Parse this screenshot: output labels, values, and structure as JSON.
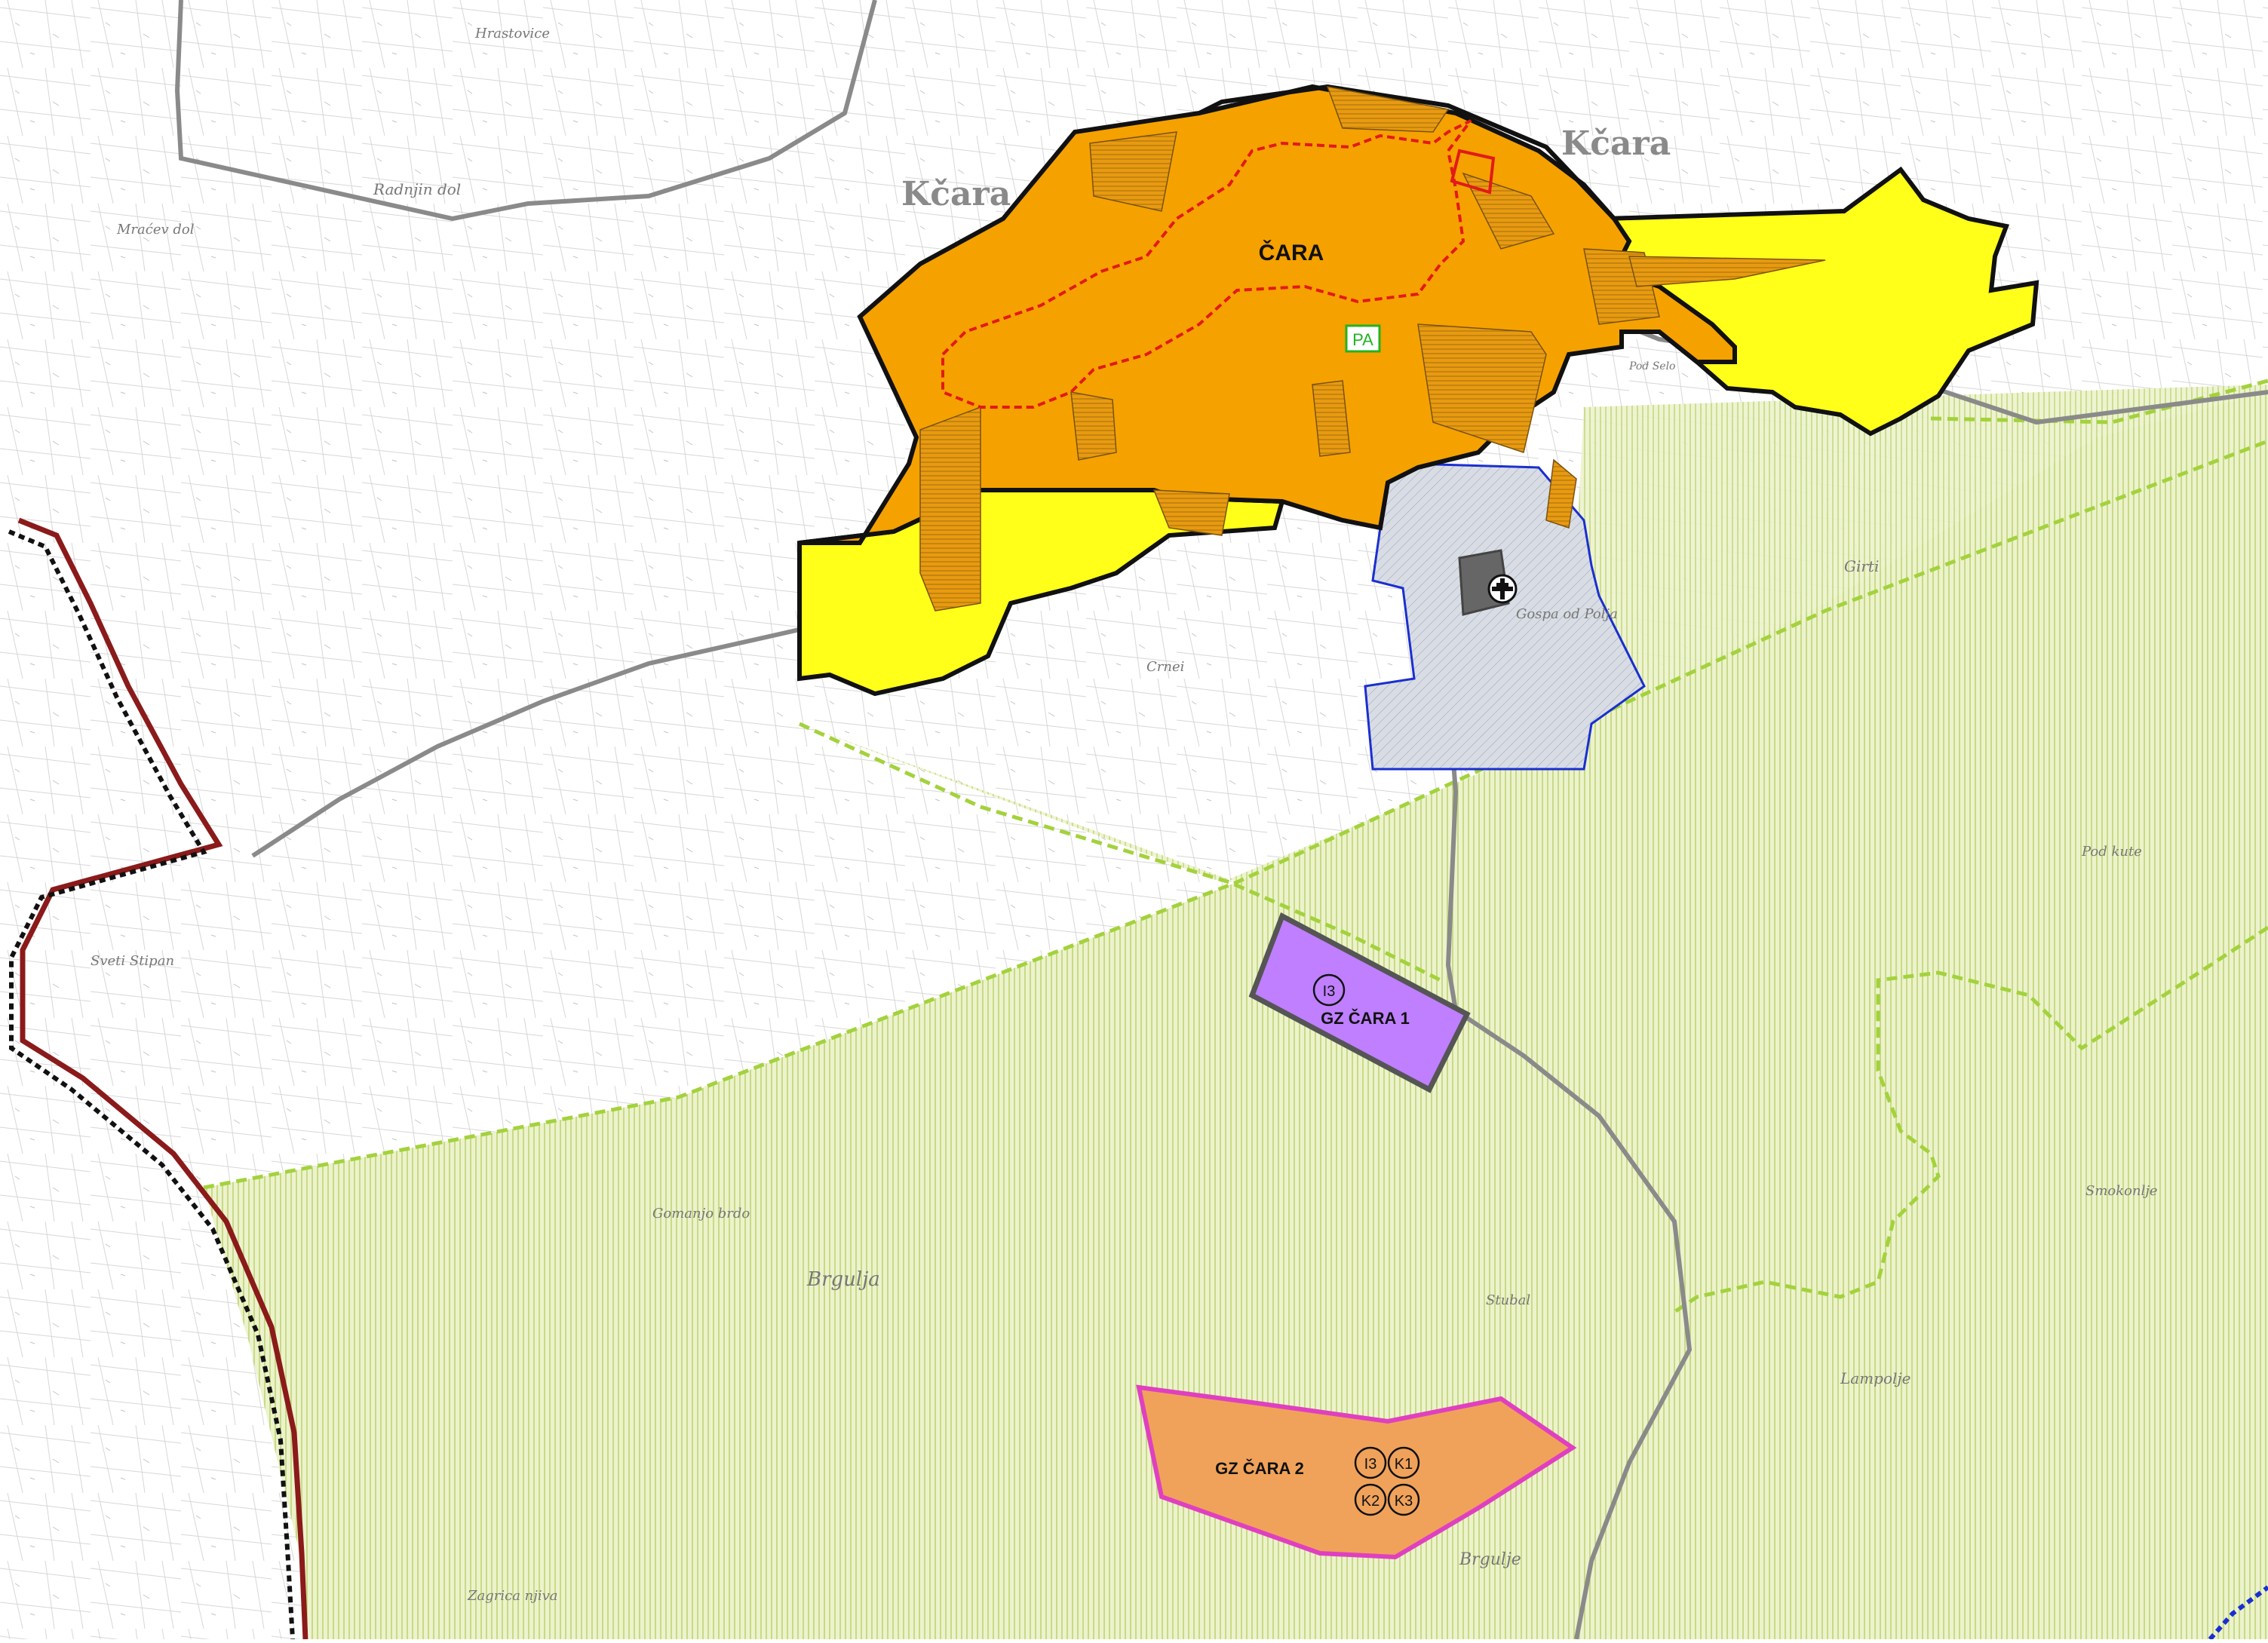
{
  "map": {
    "settlement_name": "ČARA",
    "old_names": [
      "Kčara",
      "Kčara"
    ],
    "parking_label": "PA",
    "zones": {
      "zone1": {
        "label": "GZ ČARA 1",
        "codes": [
          "I3"
        ]
      },
      "zone2": {
        "label": "GZ ČARA 2",
        "codes": [
          "I3",
          "K1",
          "K2",
          "K3"
        ]
      }
    },
    "place_names": [
      "Hrastovice",
      "Radnjin dol",
      "Mraćev dol",
      "Sveti Stipan",
      "Gomanjo brdo",
      "Brgulja",
      "Zagrica njiva",
      "Crnei",
      "Gospa od Polja",
      "Girti",
      "Pod kute",
      "Smokonlje",
      "Stubal",
      "Lampolje",
      "Brgulje",
      "Pod Selo"
    ],
    "icons": [
      "cemetery-cross-icon"
    ],
    "colors": {
      "built_area": "#f5a100",
      "development_area": "#ffff1a",
      "agricultural_land": "#e6f0c0",
      "agricultural_hatch": "#b8d068",
      "zone1_fill": "#bf7fff",
      "zone2_fill": "#f0a25a",
      "zone2_border": "#e040c0",
      "protected_outline": "#1a2fd0",
      "historic_core_outline": "#e21a1a",
      "boundary_red": "#8b1a1a",
      "road": "#8a8a8a",
      "green_dashed_line": "#a3d23c",
      "parking_box": "#21b321"
    }
  }
}
